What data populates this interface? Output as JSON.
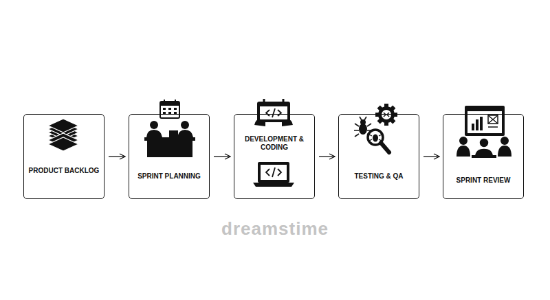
{
  "diagram": {
    "nodes": [
      {
        "text": [
          "PRODUCT BACKLOG"
        ]
      },
      {
        "text": [
          "SPRINT PLANNING"
        ]
      },
      {
        "text": [
          "DEVELOPMENT & CODING"
        ]
      },
      {
        "text": [
          "TESTING & QA"
        ]
      },
      {
        "text": [
          "SPRINT REVIEW"
        ]
      }
    ],
    "edges": [
      {
        "from": 0,
        "to": 1,
        "arrow": "to"
      },
      {
        "from": 1,
        "to": 2,
        "arrow": "to"
      },
      {
        "from": 2,
        "to": 3,
        "arrow": "to"
      },
      {
        "from": 3,
        "to": 4,
        "arrow": "to"
      }
    ],
    "labels": [
      "dreamstime"
    ]
  }
}
